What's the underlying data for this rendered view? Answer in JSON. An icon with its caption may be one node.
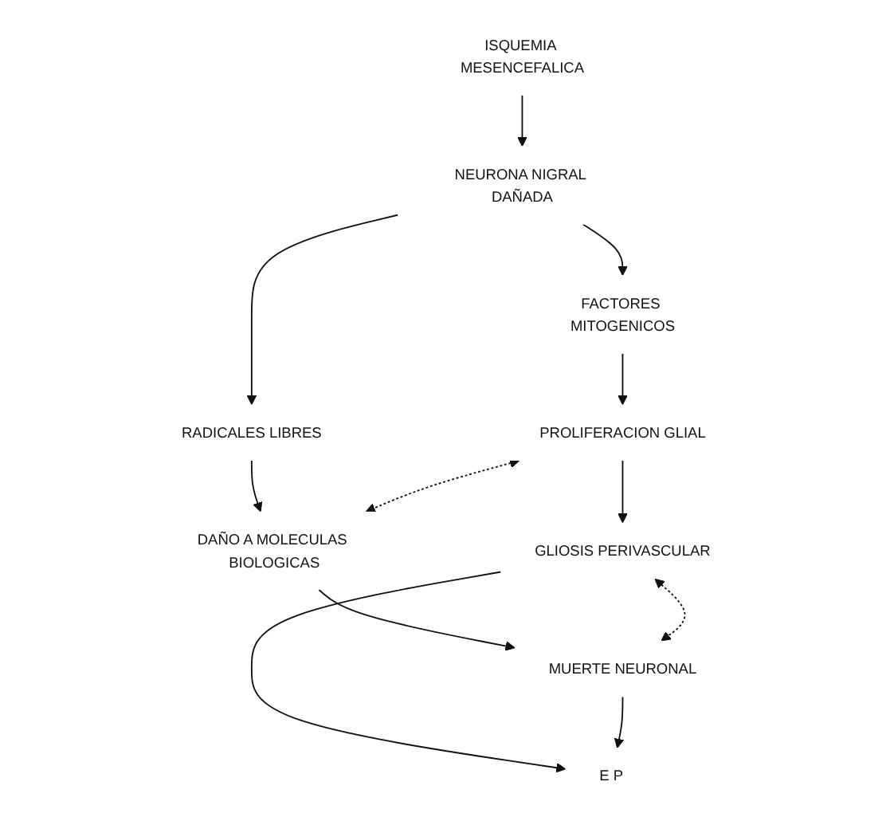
{
  "diagram": {
    "nodes": [
      {
        "text": [
          "ISQUEMIA MESENCEFALICA"
        ]
      },
      {
        "text": [
          "NEURONA NIGRAL DAÑADA"
        ]
      },
      {
        "text": [
          "FACTORES MITOGENICOS"
        ]
      },
      {
        "text": [
          "RADICALES LIBRES"
        ]
      },
      {
        "text": [
          "PROLIFERACION GLIAL"
        ]
      },
      {
        "text": [
          "DAÑO A MOLECULAS BIOLOGICAS"
        ]
      },
      {
        "text": [
          "GLIOSIS PERIVASCULAR"
        ]
      },
      {
        "text": [
          "MUERTE NEURONAL"
        ]
      },
      {
        "text": [
          "E P"
        ]
      }
    ],
    "edges": [
      {
        "from": 0,
        "to": 1,
        "arrow": "to"
      },
      {
        "from": 1,
        "to": 2,
        "arrow": "to"
      },
      {
        "from": 1,
        "to": 3,
        "arrow": "to"
      },
      {
        "from": 2,
        "to": 4,
        "arrow": "to"
      },
      {
        "from": 3,
        "to": 5,
        "arrow": "to"
      },
      {
        "from": 4,
        "to": 5,
        "arrow": "both",
        "style": "dashed"
      },
      {
        "from": 4,
        "to": 6,
        "arrow": "to"
      },
      {
        "from": 5,
        "to": 7,
        "arrow": "to"
      },
      {
        "from": 6,
        "to": 7,
        "arrow": "both",
        "style": "dashed"
      },
      {
        "from": 6,
        "to": 8,
        "arrow": "to"
      },
      {
        "from": 7,
        "to": 8,
        "arrow": "to"
      }
    ]
  }
}
